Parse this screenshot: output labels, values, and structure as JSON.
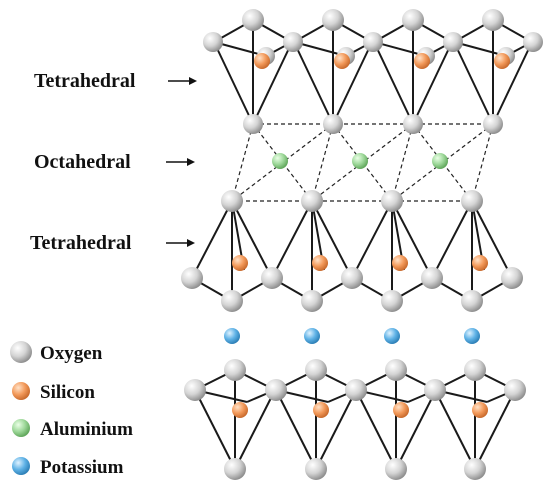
{
  "layer_labels": {
    "top": "Tetrahedral",
    "middle": "Octahedral",
    "bottom": "Tetrahedral"
  },
  "legend": [
    {
      "label": "Oxygen",
      "color": "#c8c8c8"
    },
    {
      "label": "Silicon",
      "color": "#f39a5b"
    },
    {
      "label": "Aluminium",
      "color": "#9ed89a"
    },
    {
      "label": "Potassium",
      "color": "#5fb2e6"
    }
  ],
  "colors": {
    "oxygen": "#c8c8c8",
    "silicon": "#f39a5b",
    "aluminium": "#9ed89a",
    "potassium": "#5fb2e6",
    "bonds": "#1a1a1a"
  }
}
